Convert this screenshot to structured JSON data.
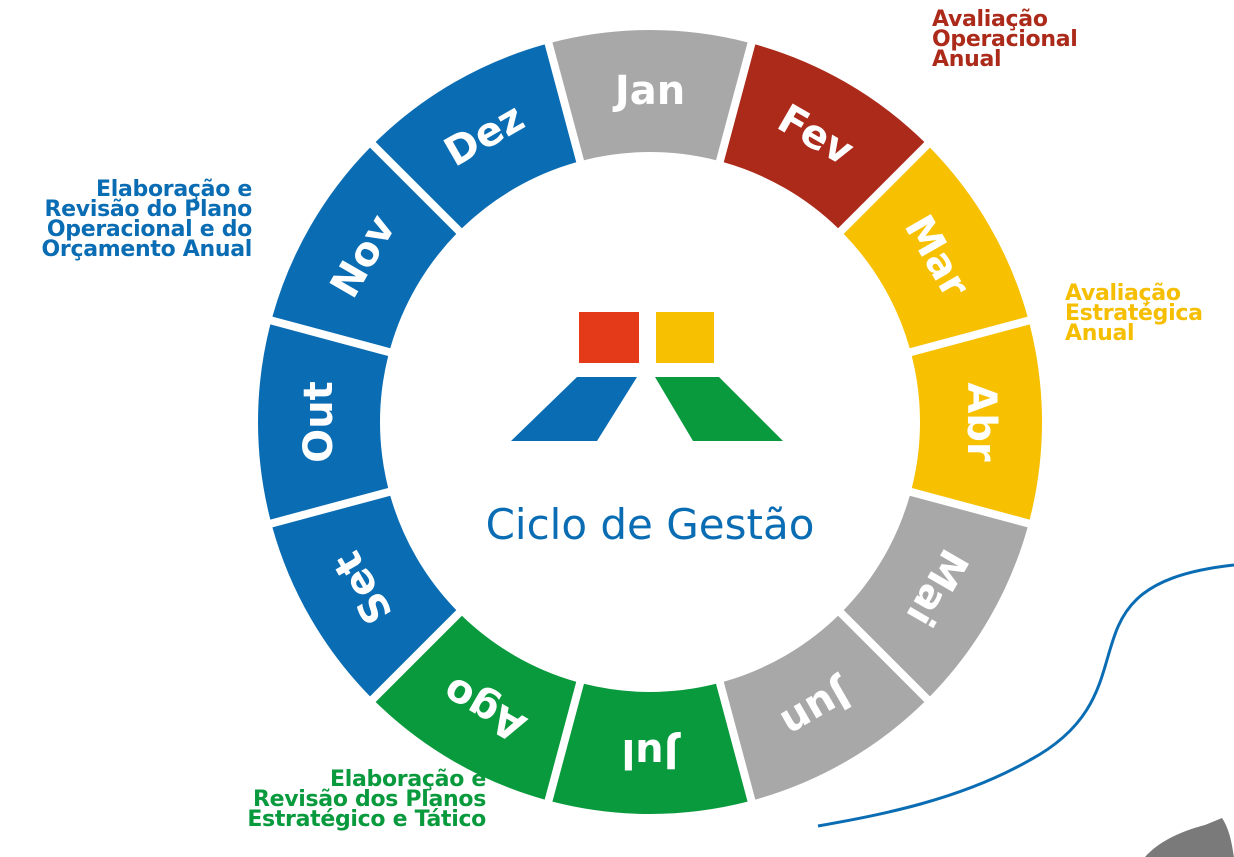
{
  "title": "Ciclo de Gestão",
  "months": [
    {
      "label": "Jan",
      "color": "#a8a8a8"
    },
    {
      "label": "Fev",
      "color": "#ac2a1a"
    },
    {
      "label": "Mar",
      "color": "#f7c000"
    },
    {
      "label": "Abr",
      "color": "#f7c000"
    },
    {
      "label": "Mai",
      "color": "#a8a8a8"
    },
    {
      "label": "Jun",
      "color": "#a8a8a8"
    },
    {
      "label": "Jul",
      "color": "#0a9a3e"
    },
    {
      "label": "Ago",
      "color": "#0a9a3e"
    },
    {
      "label": "Set",
      "color": "#0a6db4"
    },
    {
      "label": "Out",
      "color": "#0a6db4"
    },
    {
      "label": "Nov",
      "color": "#0a6db4"
    },
    {
      "label": "Dez",
      "color": "#0a6db4"
    }
  ],
  "annotations": {
    "fev": [
      "Avaliação",
      "Operacional",
      "Anual"
    ],
    "abr": [
      "Avaliação",
      "Estratégica",
      "Anual"
    ],
    "nov": [
      "Elaboração e",
      "Revisão do Plano",
      "Operacional e do",
      "Orçamento Anual"
    ],
    "ago": [
      "Elaboração e",
      "Revisão dos Planos",
      "Estratégico e Tático"
    ]
  },
  "logo": {
    "red": "#e53a1a",
    "yellow": "#f7c000",
    "blue": "#0a6db4",
    "green": "#0a9a3e"
  },
  "decoration": {
    "curve_color": "#0a6db4",
    "shape_color": "#7a7a7a"
  }
}
